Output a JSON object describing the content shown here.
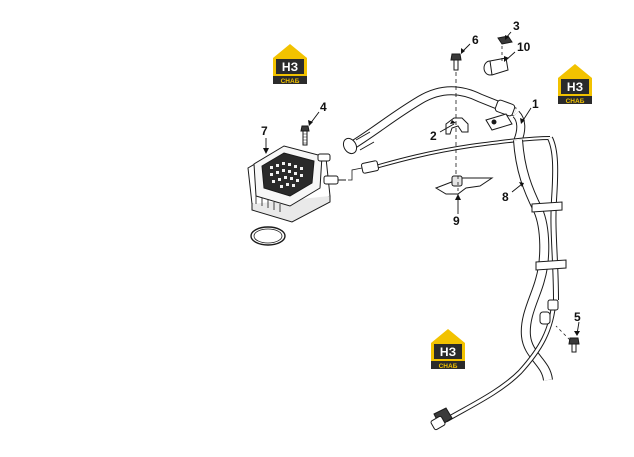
{
  "diagram": {
    "callouts": [
      {
        "id": "1",
        "text": "1"
      },
      {
        "id": "2",
        "text": "2"
      },
      {
        "id": "3",
        "text": "3"
      },
      {
        "id": "4",
        "text": "4"
      },
      {
        "id": "5",
        "text": "5"
      },
      {
        "id": "6",
        "text": "6"
      },
      {
        "id": "7",
        "text": "7"
      },
      {
        "id": "8",
        "text": "8"
      },
      {
        "id": "9",
        "text": "9"
      },
      {
        "id": "10",
        "text": "10"
      }
    ],
    "watermark": {
      "mark": "НЗ",
      "text": "СНАБ",
      "brand_yellow": "#f2c200",
      "brand_dark": "#2b2b2b"
    },
    "line_color": "#1a1a1a"
  }
}
